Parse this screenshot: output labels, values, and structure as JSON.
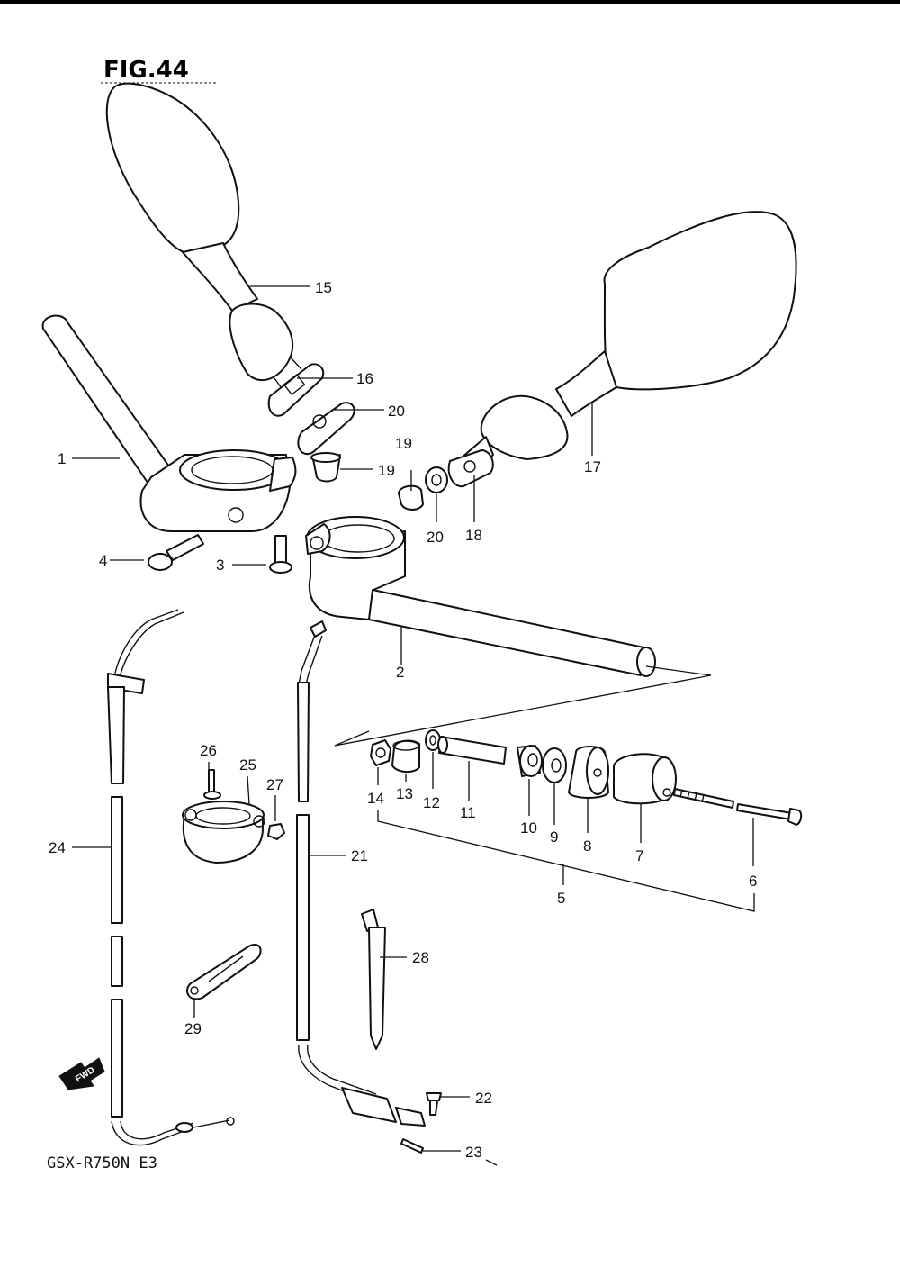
{
  "figure": {
    "title": "FIG.44",
    "model": "GSX-R750N E3",
    "direction_badge": "FWD"
  },
  "callouts": [
    "1",
    "2",
    "3",
    "4",
    "5",
    "6",
    "7",
    "8",
    "9",
    "10",
    "11",
    "12",
    "13",
    "14",
    "15",
    "16",
    "17",
    "18",
    "19",
    "19",
    "20",
    "20",
    "21",
    "22",
    "23",
    "24",
    "25",
    "26",
    "27",
    "28",
    "29"
  ],
  "colors": {
    "ink": "#111111",
    "paper": "#ffffff"
  },
  "icons": {
    "direction": "forward-arrow-icon"
  }
}
